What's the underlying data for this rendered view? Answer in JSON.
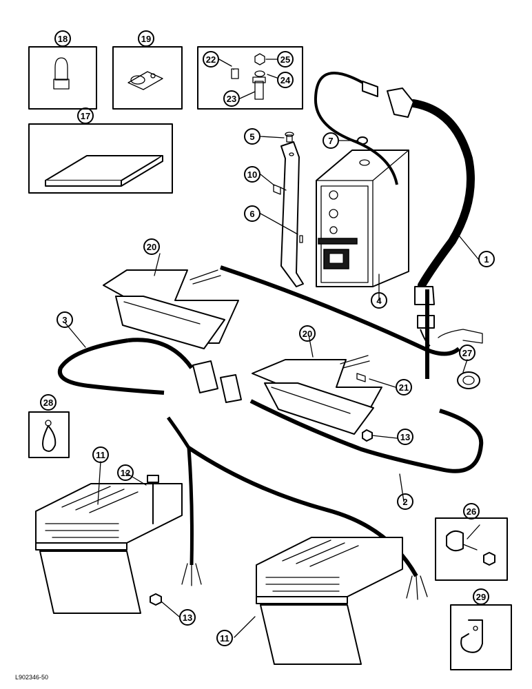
{
  "figure_id": "L902346-50",
  "callouts": {
    "c1": "1",
    "c2": "2",
    "c3": "3",
    "c4": "4",
    "c5": "5",
    "c6": "6",
    "c7": "7",
    "c10": "10",
    "c11a": "11",
    "c11b": "11",
    "c12": "12",
    "c13a": "13",
    "c13b": "13",
    "c17": "17",
    "c18": "18",
    "c19": "19",
    "c20a": "20",
    "c20b": "20",
    "c21": "21",
    "c22": "22",
    "c23": "23",
    "c24": "24",
    "c25": "25",
    "c26": "26",
    "c27": "27",
    "c28": "28",
    "c29": "29"
  }
}
